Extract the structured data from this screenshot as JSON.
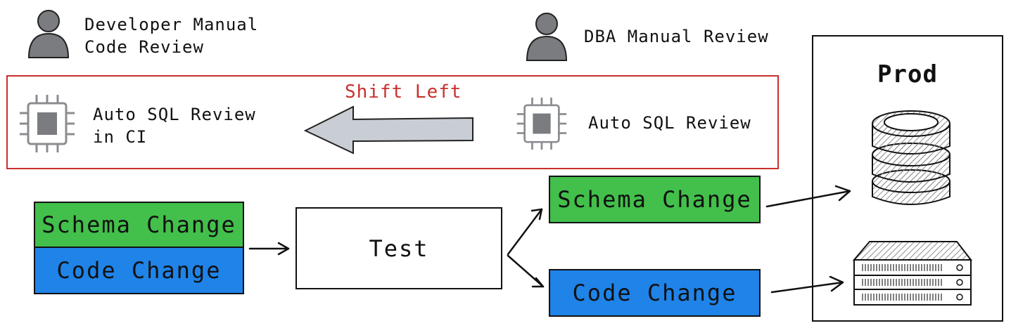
{
  "reviews": {
    "developer": "Developer Manual\nCode Review",
    "dba": "DBA Manual Review"
  },
  "shift_left": {
    "label": "Shift Left",
    "ci_review": "Auto SQL Review\nin CI",
    "auto_review": "Auto SQL Review"
  },
  "pipeline": {
    "schema_change": "Schema Change",
    "code_change": "Code Change",
    "test": "Test"
  },
  "prod": {
    "title": "Prod"
  },
  "colors": {
    "schema_change": "#43bf4b",
    "code_change": "#1f83e8",
    "shift_left": "#c9302c",
    "icon": "#7a7c80"
  },
  "icons": [
    "person-icon",
    "chip-icon",
    "database-icon",
    "server-icon",
    "arrow-icon"
  ]
}
